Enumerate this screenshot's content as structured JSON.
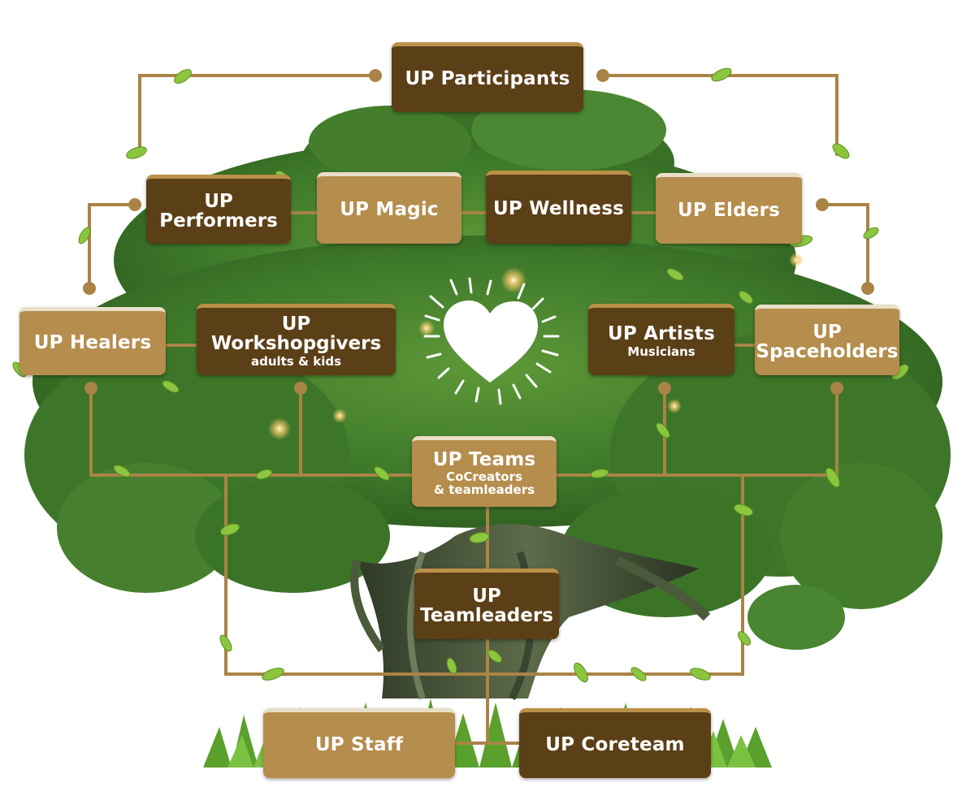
{
  "nodes": {
    "participants": {
      "title": "UP Participants"
    },
    "performers": {
      "line1": "UP",
      "line2": "Performers"
    },
    "magic": {
      "title": "UP Magic"
    },
    "wellness": {
      "title": "UP Wellness"
    },
    "elders": {
      "title": "UP Elders"
    },
    "healers": {
      "title": "UP Healers"
    },
    "workshopgivers": {
      "line1": "UP",
      "line2": "Workshopgivers",
      "subtitle": "adults & kids"
    },
    "artists": {
      "title": "UP Artists",
      "subtitle": "Musicians"
    },
    "spaceholders": {
      "line1": "UP",
      "line2": "Spaceholders"
    },
    "teams": {
      "title": "UP Teams",
      "subtitle1": "CoCreators",
      "subtitle2": "& teamleaders"
    },
    "teamleaders": {
      "line1": "UP",
      "line2": "Teamleaders"
    },
    "staff": {
      "title": "UP Staff"
    },
    "coreteam": {
      "title": "UP Coreteam"
    }
  },
  "colors": {
    "dark_box": "#5b3f17",
    "light_box": "#b58d4c",
    "connector": "#a98446",
    "foliage": "#3f7a2a",
    "leaf": "#8cc63f",
    "grass": "#5aa02c",
    "heart": "#ffffff"
  },
  "icons": [
    "heart-icon",
    "leaf-icon",
    "sparkle-icon",
    "tree-illustration",
    "grass-illustration"
  ]
}
